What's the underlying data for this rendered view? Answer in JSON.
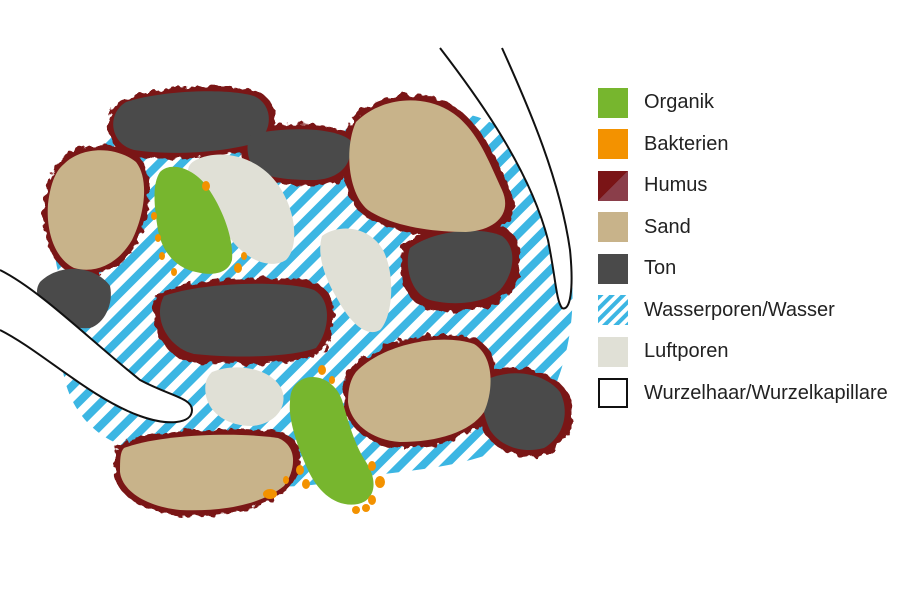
{
  "legend": {
    "items": [
      {
        "label": "Organik",
        "key": "organik"
      },
      {
        "label": "Bakterien",
        "key": "bakterien"
      },
      {
        "label": "Humus",
        "key": "humus"
      },
      {
        "label": "Sand",
        "key": "sand"
      },
      {
        "label": "Ton",
        "key": "ton"
      },
      {
        "label": "Wasserporen/Wasser",
        "key": "wasser"
      },
      {
        "label": "Luftporen",
        "key": "luft"
      },
      {
        "label": "Wurzelhaar/Wurzelkapillare",
        "key": "wurzel"
      }
    ]
  },
  "colors": {
    "organik": "#77b62e",
    "bakterien": "#f39200",
    "humus": "#7a1416",
    "humus_light": "#8a3e4a",
    "sand": "#c8b38a",
    "ton": "#4a4a4a",
    "wasser": "#3cb6e3",
    "luft": "#e0e0d6",
    "wurzel_stroke": "#111111"
  }
}
